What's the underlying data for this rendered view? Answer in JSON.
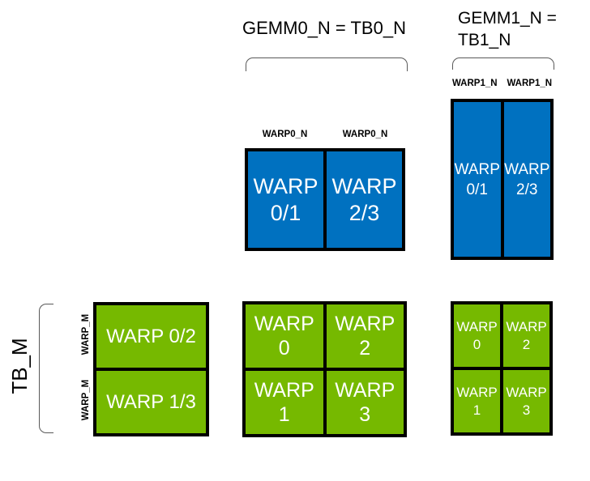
{
  "colors": {
    "blue": "#0071c0",
    "green": "#76b900",
    "bracket": "#595959",
    "box_text": "#ffffff",
    "label_text": "#000000"
  },
  "titles": {
    "gemm0": "GEMM0_N = TB0_N",
    "gemm1_line1": "GEMM1_N =",
    "gemm1_line2": "TB1_N"
  },
  "axis_labels": {
    "tb_m": "TB_M",
    "warp_m_top": "WARP_M",
    "warp_m_bottom": "WARP_M",
    "warp0_n_left": "WARP0_N",
    "warp0_n_right": "WARP0_N",
    "warp1_n_left": "WARP1_N",
    "warp1_n_right": "WARP1_N"
  },
  "blocks": {
    "gemm0_accumulators": {
      "cells": [
        {
          "line1": "WARP",
          "line2": "0/1"
        },
        {
          "line1": "WARP",
          "line2": "2/3"
        }
      ]
    },
    "gemm1_accumulators": {
      "cells": [
        {
          "line1": "WARP",
          "line2": "0/1"
        },
        {
          "line1": "WARP",
          "line2": "2/3"
        }
      ]
    },
    "left_warp_tiles": {
      "cells": [
        {
          "label": "WARP 0/2"
        },
        {
          "label": "WARP 1/3"
        }
      ]
    },
    "center_warp_grid": {
      "cells": [
        {
          "line1": "WARP",
          "line2": "0"
        },
        {
          "line1": "WARP",
          "line2": "2"
        },
        {
          "line1": "WARP",
          "line2": "1"
        },
        {
          "line1": "WARP",
          "line2": "3"
        }
      ]
    },
    "right_warp_grid": {
      "cells": [
        {
          "line1": "WARP",
          "line2": "0"
        },
        {
          "line1": "WARP",
          "line2": "2"
        },
        {
          "line1": "WARP",
          "line2": "1"
        },
        {
          "line1": "WARP",
          "line2": "3"
        }
      ]
    }
  }
}
